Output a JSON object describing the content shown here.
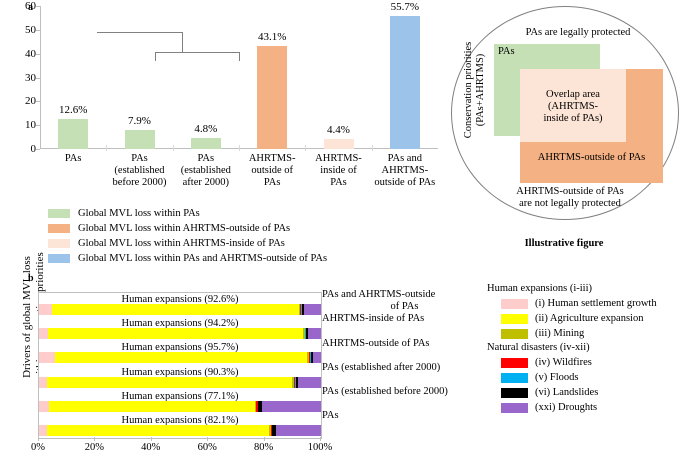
{
  "panel_a": {
    "letter": "a",
    "chart_data": {
      "type": "bar",
      "title": "",
      "xlabel": "",
      "ylabel": "",
      "ylim": [
        0,
        60
      ],
      "yticks": [
        "0",
        "10",
        "20",
        "30",
        "40",
        "50",
        "60"
      ],
      "categories": [
        "PAs",
        "PAs (established before 2000)",
        "PAs (established after 2000)",
        "AHRTMS-outside of PAs",
        "AHRTMS-inside of PAs",
        "PAs and AHRTMS-outside of PAs"
      ],
      "category_lines": [
        [
          "PAs"
        ],
        [
          "PAs",
          "(established",
          "before 2000)"
        ],
        [
          "PAs",
          "(established",
          "after 2000)"
        ],
        [
          "AHRTMS-",
          "outside of",
          "PAs"
        ],
        [
          "AHRTMS-",
          "inside of",
          "PAs"
        ],
        [
          "PAs and",
          "AHRTMS-",
          "outside of PAs"
        ]
      ],
      "values": [
        12.6,
        7.9,
        4.8,
        43.1,
        4.4,
        55.7
      ],
      "data_labels": [
        "12.6%",
        "7.9%",
        "4.8%",
        "43.1%",
        "4.4%",
        "55.7%"
      ],
      "colors": [
        "#c5e0b4",
        "#c5e0b4",
        "#c5e0b4",
        "#f4b183",
        "#fce4d6",
        "#9cc3e9"
      ],
      "grid": false,
      "legend_position": "below"
    },
    "legend": [
      {
        "color": "#c5e0b4",
        "label": "Global MVL loss within PAs"
      },
      {
        "color": "#f4b183",
        "label": "Global MVL loss within AHRTMS-outside of PAs"
      },
      {
        "color": "#fce4d6",
        "label": "Global MVL loss within AHRTMS-inside of PAs"
      },
      {
        "color": "#9cc3e9",
        "label": "Global MVL loss within PAs and AHRTMS-outside of PAs"
      }
    ]
  },
  "illustrative": {
    "caption": "Illustrative figure",
    "top_text": "PAs are legally protected",
    "bottom_text_line1": "AHRTMS-outside of PAs",
    "bottom_text_line2": "are not legally protected",
    "vertical_label_line1": "Conservation priorities",
    "vertical_label_line2": "(PAs+AHRTMS)",
    "box_pas_label": "PAs",
    "box_overlap_line1": "Overlap area",
    "box_overlap_line2": "(AHRTMS-",
    "box_overlap_line3": "inside of PAs)",
    "box_outside_label": "AHRTMS-outside of PAs",
    "colors": {
      "pas": "#c5e0b4",
      "overlap": "#fce4d6",
      "outside": "#f4b183",
      "ellipse": "#808080"
    }
  },
  "panel_b": {
    "letter": "b",
    "ylabel_line1": "Drivers of global MVL loss",
    "ylabel_line2": "within  conservation priorities",
    "chart_data": {
      "type": "bar",
      "orientation": "horizontal-stacked",
      "title": "",
      "xlabel": "",
      "ylabel": "Drivers of global MVL loss within conservation priorities",
      "xlim": [
        0,
        100
      ],
      "xticks": [
        "0%",
        "20%",
        "40%",
        "60%",
        "80%",
        "100%"
      ],
      "categories": [
        "PAs and AHRTMS-outside of PAs",
        "AHRTMS-inside of PAs",
        "AHRTMS-outside of PAs",
        "PAs (established after 2000)",
        "PAs (established before 2000)",
        "PAs"
      ],
      "category_lines": [
        [
          "PAs and AHRTMS-outside",
          "of PAs"
        ],
        [
          "AHRTMS-inside of PAs"
        ],
        [
          "AHRTMS-outside of PAs"
        ],
        [
          "PAs (established after 2000)"
        ],
        [
          "PAs (established before 2000)"
        ],
        [
          "PAs"
        ]
      ],
      "annotations": [
        "Human expansions (92.6%)",
        "Human expansions (94.2%)",
        "Human expansions (95.7%)",
        "Human expansions (90.3%)",
        "Human expansions (77.1%)",
        "Human expansions (82.1%)"
      ],
      "series": [
        {
          "name": "(i) Human settlement growth",
          "color": "#ffcccc",
          "values": [
            4.5,
            3.2,
            5.6,
            3.0,
            3.6,
            3.0
          ]
        },
        {
          "name": "(ii) Agriculture expansion",
          "color": "#ffff00",
          "values": [
            87.6,
            90.5,
            89.6,
            86.8,
            73.0,
            78.6
          ]
        },
        {
          "name": "(iii) Mining",
          "color": "#bfbf00",
          "values": [
            0.5,
            0.5,
            0.5,
            0.5,
            0.5,
            0.5
          ]
        },
        {
          "name": "(iv) Wildfires",
          "color": "#ff0000",
          "values": [
            0.4,
            0.3,
            0.4,
            0.5,
            0.4,
            0.4
          ]
        },
        {
          "name": "(v) Floods",
          "color": "#00b0f0",
          "values": [
            0.2,
            0.2,
            0.2,
            0.2,
            0.2,
            0.2
          ]
        },
        {
          "name": "(vi) Landslides",
          "color": "#000000",
          "values": [
            0.8,
            0.8,
            0.7,
            1.0,
            1.3,
            1.3
          ]
        },
        {
          "name": "(xxi) Droughts",
          "color": "#9966cc",
          "values": [
            6.0,
            4.5,
            3.0,
            8.0,
            21.0,
            16.0
          ]
        }
      ]
    },
    "legend": {
      "group1_title": "Human expansions (i-iii)",
      "group1": [
        {
          "color": "#ffcccc",
          "label": "(i) Human settlement growth"
        },
        {
          "color": "#ffff00",
          "label": "(ii) Agriculture expansion"
        },
        {
          "color": "#bfbf00",
          "label": "(iii) Mining"
        }
      ],
      "group2_title": "Natural disasters (iv-xii)",
      "group2": [
        {
          "color": "#ff0000",
          "label": "(iv) Wildfires"
        },
        {
          "color": "#00b0f0",
          "label": "(v) Floods"
        },
        {
          "color": "#000000",
          "label": "(vi) Landslides"
        },
        {
          "color": "#9966cc",
          "label": "(xxi) Droughts"
        }
      ]
    }
  }
}
